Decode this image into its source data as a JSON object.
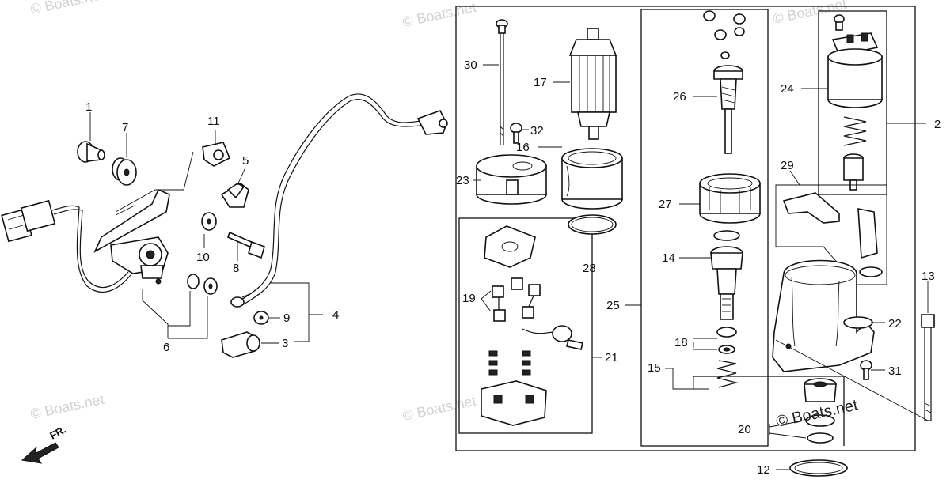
{
  "watermarks": [
    "© Boats.net",
    "© Boats.net",
    "© Boats.net",
    "© Boats.net",
    "© Boats.net"
  ],
  "front_label": "FR.",
  "callouts": {
    "c1": "1",
    "c2": "2",
    "c3": "3",
    "c4": "4",
    "c5": "5",
    "c6": "6",
    "c7": "7",
    "c8": "8",
    "c9": "9",
    "c10": "10",
    "c11": "11",
    "c12": "12",
    "c13": "13",
    "c14": "14",
    "c15": "15",
    "c16": "16",
    "c17": "17",
    "c18": "18",
    "c19": "19",
    "c20": "20",
    "c21": "21",
    "c22": "22",
    "c23": "23",
    "c24": "24",
    "c25": "25",
    "c26": "26",
    "c27": "27",
    "c28": "28",
    "c29": "29",
    "c30": "30",
    "c31": "31",
    "c32": "32"
  }
}
